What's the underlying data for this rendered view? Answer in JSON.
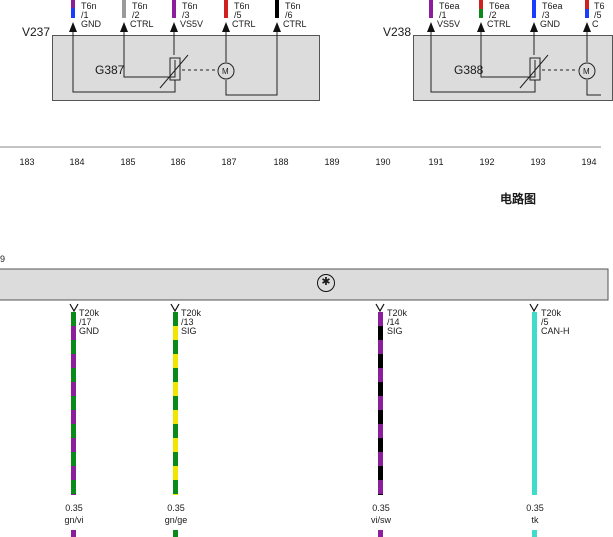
{
  "top": {
    "component_left": {
      "id": "V237",
      "sub": "G387"
    },
    "component_right": {
      "id": "V238",
      "sub": "G388"
    },
    "pins_left": [
      {
        "conn": "T6n",
        "pin": "/1",
        "sig": "GND"
      },
      {
        "conn": "T6n",
        "pin": "/2",
        "sig": "CTRL"
      },
      {
        "conn": "T6n",
        "pin": "/3",
        "sig": "VS5V"
      },
      {
        "conn": "T6n",
        "pin": "/5",
        "sig": "CTRL"
      },
      {
        "conn": "T6n",
        "pin": "/6",
        "sig": "CTRL"
      }
    ],
    "pins_right": [
      {
        "conn": "T6ea",
        "pin": "/1",
        "sig": "VS5V"
      },
      {
        "conn": "T6ea",
        "pin": "/2",
        "sig": "CTRL"
      },
      {
        "conn": "T6ea",
        "pin": "/3",
        "sig": "GND"
      },
      {
        "conn": "T6",
        "pin": "/5",
        "sig": "C"
      }
    ],
    "motor_symbol": "M"
  },
  "ruler": [
    "183",
    "184",
    "185",
    "186",
    "187",
    "188",
    "189",
    "190",
    "191",
    "192",
    "193",
    "194"
  ],
  "section_title": "电路图",
  "bus_number": "9",
  "bus_symbol": "✱",
  "connectors": [
    {
      "conn": "T20k",
      "pin": "/17",
      "sig": "GND",
      "size": "0.35",
      "color": "gn/vi"
    },
    {
      "conn": "T20k",
      "pin": "/13",
      "sig": "SIG",
      "size": "0.35",
      "color": "gn/ge"
    },
    {
      "conn": "T20k",
      "pin": "/14",
      "sig": "SIG",
      "size": "0.35",
      "color": "vi/sw"
    },
    {
      "conn": "T20k",
      "pin": "/5",
      "sig": "CAN-H",
      "size": "0.35",
      "color": "tk"
    }
  ],
  "colors": {
    "green": "#0a8a1a",
    "violet": "#8b1e9b",
    "yellow": "#f0e600",
    "black": "#000000",
    "turquoise": "#3ddccb",
    "red": "#d02020",
    "blue": "#1a3cff",
    "grey": "#9a9a9a",
    "box": "#dcdcdc"
  }
}
